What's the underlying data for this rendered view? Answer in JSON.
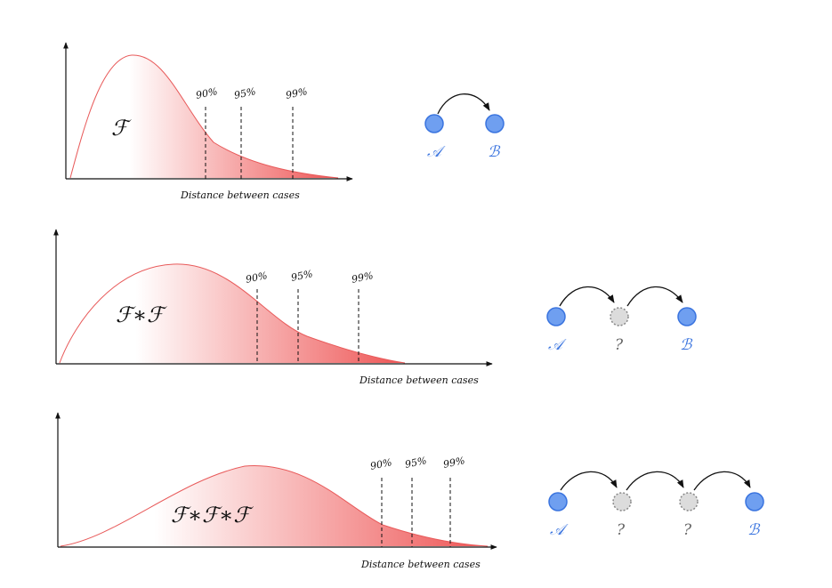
{
  "panels": [
    {
      "curve_label": "ℱ",
      "x_label": "Distance between cases",
      "percentiles": [
        "90%",
        "95%",
        "99%"
      ],
      "chain": [
        {
          "label": "𝒜",
          "kind": "known"
        },
        {
          "label": "ℬ",
          "kind": "known"
        }
      ]
    },
    {
      "curve_label": "ℱ∗ℱ",
      "x_label": "Distance between cases",
      "percentiles": [
        "90%",
        "95%",
        "99%"
      ],
      "chain": [
        {
          "label": "𝒜",
          "kind": "known"
        },
        {
          "label": "?",
          "kind": "unknown"
        },
        {
          "label": "ℬ",
          "kind": "known"
        }
      ]
    },
    {
      "curve_label": "ℱ∗ℱ∗ℱ",
      "x_label": "Distance between cases",
      "percentiles": [
        "90%",
        "95%",
        "99%"
      ],
      "chain": [
        {
          "label": "𝒜",
          "kind": "known"
        },
        {
          "label": "?",
          "kind": "unknown"
        },
        {
          "label": "?",
          "kind": "unknown"
        },
        {
          "label": "ℬ",
          "kind": "known"
        }
      ]
    }
  ],
  "colors": {
    "curve": "#e85a5a",
    "fill_dark": "#ee5555",
    "known_node": "#6f9ff0",
    "known_node_stroke": "#3a74df",
    "known_label": "#3a74df",
    "unknown_node": "#dcdcdc",
    "unknown_node_stroke": "#888888",
    "unknown_label": "#666666"
  }
}
